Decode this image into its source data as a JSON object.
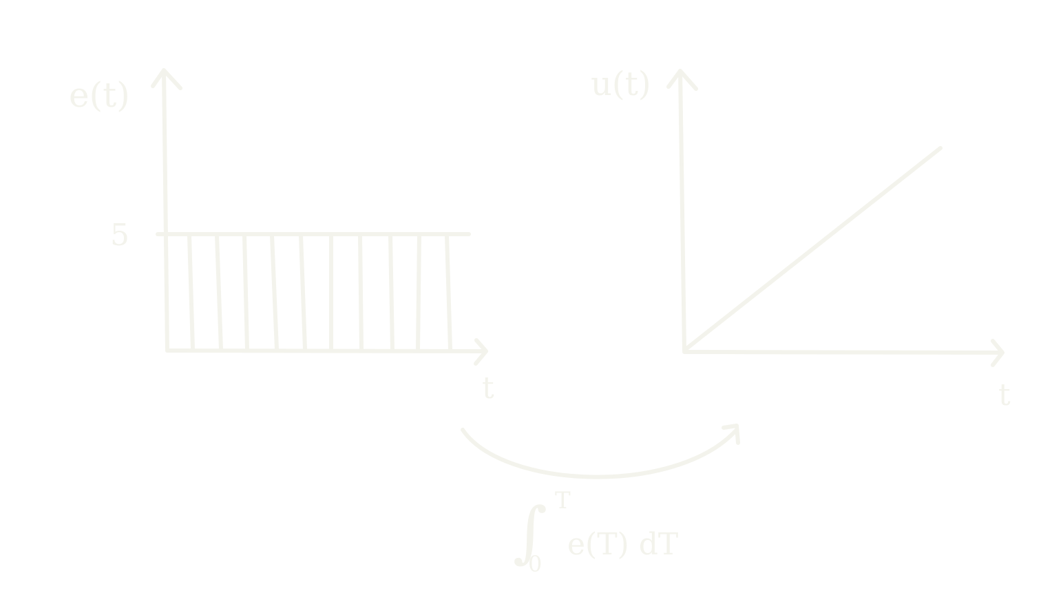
{
  "left_graph": {
    "y_label": "e(t)",
    "x_label": "t",
    "level_label": "5"
  },
  "right_graph": {
    "y_label": "u(t)",
    "x_label": "t"
  },
  "operation": {
    "integral_symbol": "∫",
    "lower_limit": "0",
    "upper_limit": "T",
    "integrand": "e(T) dT"
  },
  "colors": {
    "ink": "#f3f3ec",
    "background": "#ffffff"
  }
}
